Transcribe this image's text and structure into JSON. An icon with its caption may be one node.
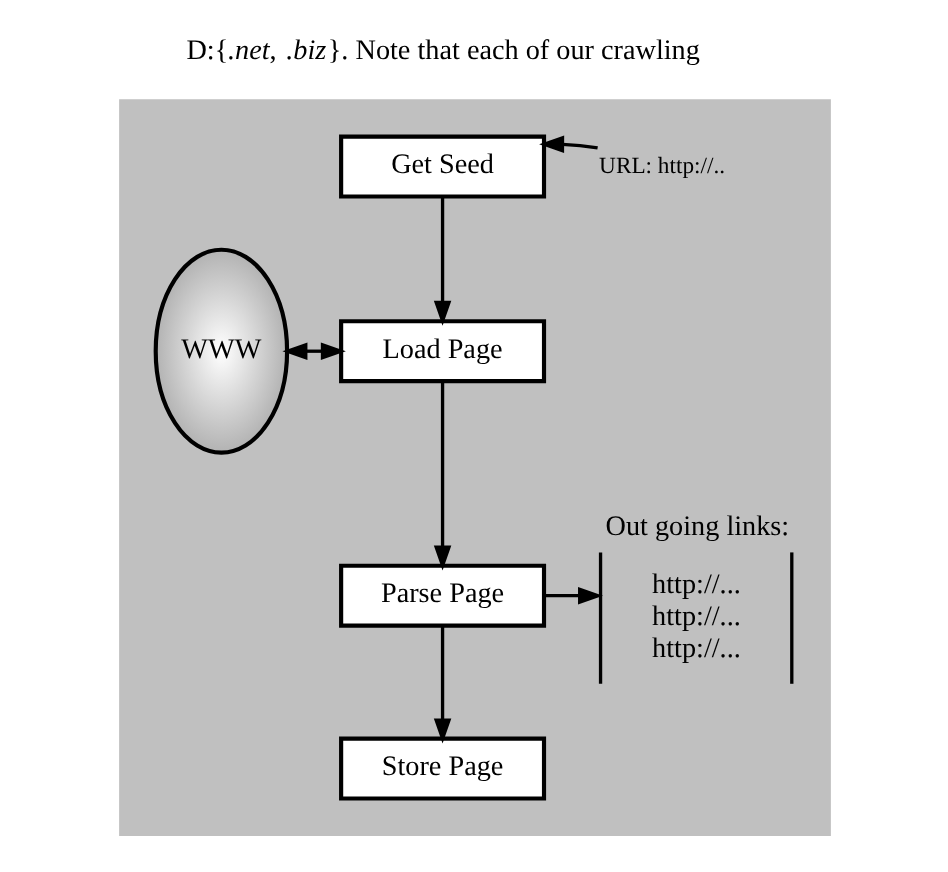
{
  "diagram": {
    "nodes": [
      {
        "text": [],
        "shape": "box"
      },
      {
        "text": [
          "Get Seed"
        ],
        "in": 0
      },
      {
        "text": [
          "URL: http://.."
        ],
        "in": 0
      },
      {
        "text": [
          "WWW"
        ],
        "in": 0
      },
      {
        "text": [
          "Load Page"
        ],
        "in": 0
      },
      {
        "text": [
          "Parse Page"
        ],
        "in": 0
      },
      {
        "text": [
          "Out going links:",
          "http://...",
          "http://...",
          "http://..."
        ],
        "in": 0
      },
      {
        "text": [
          "Store Page"
        ],
        "in": 0
      }
    ],
    "edges": [
      {
        "from": 2,
        "to": 1,
        "arrow": "to"
      },
      {
        "from": 1,
        "to": 4,
        "arrow": "to"
      },
      {
        "from": 3,
        "to": 4,
        "arrow": "both"
      },
      {
        "from": 4,
        "to": 5,
        "arrow": "to"
      },
      {
        "from": 5,
        "to": 6,
        "arrow": "to"
      },
      {
        "from": 5,
        "to": 7,
        "arrow": "to"
      }
    ],
    "labels": [
      "D:{*.net*, *.biz*}. Note that each of our crawling"
    ]
  }
}
